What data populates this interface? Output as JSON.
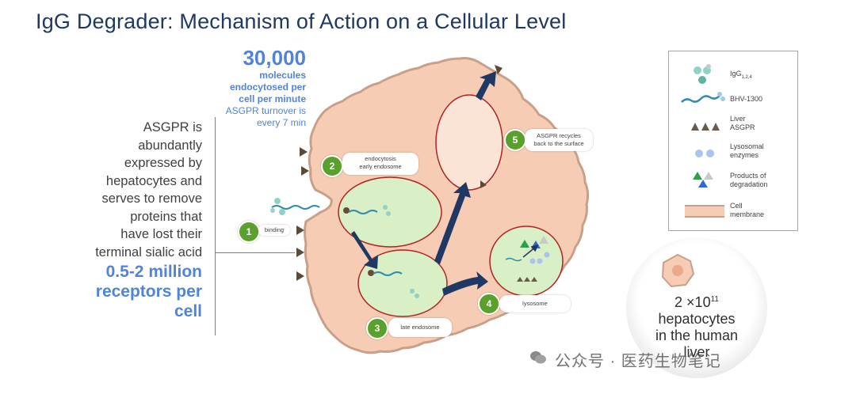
{
  "title": "IgG Degrader: Mechanism of Action on a Cellular Level",
  "stats": {
    "number": "30,000",
    "lines": [
      "molecules",
      "endocytosed per",
      "cell per minute"
    ],
    "turnover_lines": [
      "ASGPR turnover  is",
      "every 7 min"
    ]
  },
  "left_text": {
    "lines": [
      "ASGPR is",
      "abundantly",
      "expressed by",
      "hepatocytes and",
      "serves to remove",
      "proteins that",
      "have lost their",
      "terminal sialic acid"
    ],
    "big_lines": [
      "0.5-2 million",
      "receptors per",
      "cell"
    ]
  },
  "steps": [
    {
      "number": "1",
      "label": "binding"
    },
    {
      "number": "2",
      "label": "endocytosis early endosome",
      "label_lines": [
        "endocytosis",
        "early endosome"
      ]
    },
    {
      "number": "3",
      "label": "late endosome"
    },
    {
      "number": "4",
      "label": "lysosome"
    },
    {
      "number": "5",
      "label": "ASGPR recycles back to the surface",
      "label_lines": [
        "ASGPR recycles",
        "back to the surface"
      ]
    }
  ],
  "legend": {
    "items": [
      {
        "icon": "igg-icon",
        "label": "IgG",
        "sub": "1,2,4"
      },
      {
        "icon": "bhv-1300-icon",
        "label": "BHV-1300"
      },
      {
        "icon": "liver-asgpr-icon",
        "label_lines": [
          "Liver",
          "ASGPR"
        ]
      },
      {
        "icon": "lysosomal-enzymes-icon",
        "label_lines": [
          "Lysosomal",
          "enzymes"
        ]
      },
      {
        "icon": "products-of-degradation-icon",
        "label_lines": [
          "Products of",
          "degradation"
        ]
      },
      {
        "icon": "cell-membrane-icon",
        "label_lines": [
          "Cell",
          "membrane"
        ]
      }
    ]
  },
  "hepatocytes": {
    "coefficient": "2 ×10",
    "exponent": "11",
    "lines": [
      "hepatocytes",
      "in the human",
      "liver"
    ]
  },
  "watermark": "公众号 · 医药生物笔记",
  "colors": {
    "title": "#1f3864",
    "accent_blue": "#4f84d8",
    "cell_fill": "#f6cdb4",
    "cell_border": "#c8a08a",
    "endosome_fill": "#d9efc6",
    "vesicle_border": "#b22222",
    "arrow": "#1f3864",
    "step_green": "#5aa02c"
  }
}
